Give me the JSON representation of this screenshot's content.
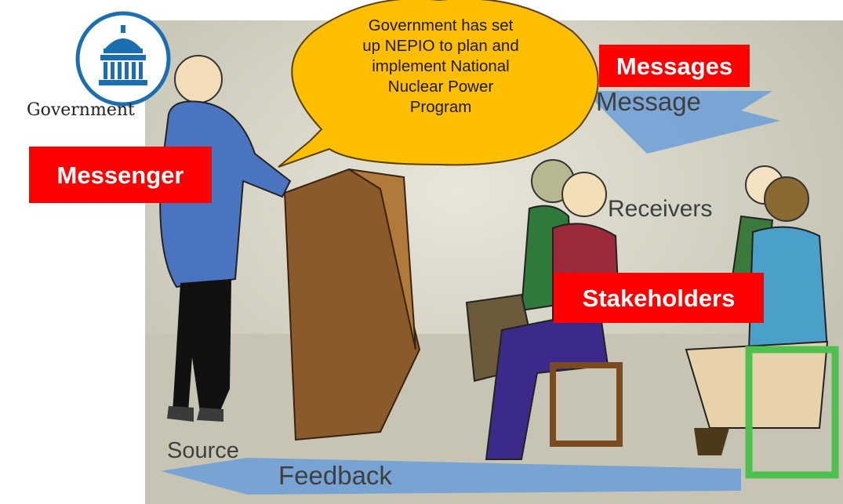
{
  "government": {
    "caption": "Government",
    "icon": "capitol-building-icon",
    "color": "#1b6fb0"
  },
  "speech_bubble": {
    "line1": "Government has set",
    "line2": "up NEPIO to plan and",
    "line3": "implement National",
    "line4": "Nuclear Power",
    "line5": "Program",
    "fill": "#ffbf00"
  },
  "labels": {
    "messages": "Messages",
    "messenger": "Messenger",
    "stakeholders": "Stakeholders",
    "color": "#ff0000"
  },
  "illustration": {
    "message": "Message",
    "receivers": "Receivers",
    "source": "Source",
    "feedback": "Feedback"
  }
}
